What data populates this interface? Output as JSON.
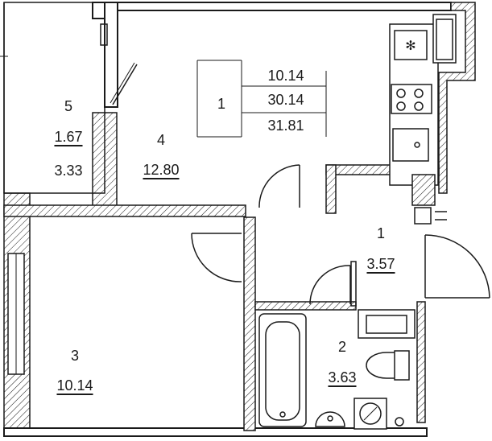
{
  "summary_table": {
    "apartment_number": "1",
    "values": [
      "10.14",
      "30.14",
      "31.81"
    ]
  },
  "rooms": [
    {
      "id": "1",
      "number": "1",
      "area": "3.57"
    },
    {
      "id": "2",
      "number": "2",
      "area": "3.63"
    },
    {
      "id": "3",
      "number": "3",
      "area": "10.14"
    },
    {
      "id": "4",
      "number": "4",
      "area": "12.80"
    },
    {
      "id": "5",
      "number": "5",
      "area": "1.67",
      "reduced_area": "3.33"
    }
  ],
  "colors": {
    "line": "#1a1a1a",
    "background": "#ffffff"
  }
}
